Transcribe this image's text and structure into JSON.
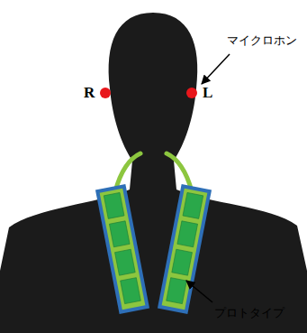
{
  "diagram": {
    "labels": [
      "R",
      "L",
      "マイクロホン",
      "プロトタイプ"
    ]
  }
}
